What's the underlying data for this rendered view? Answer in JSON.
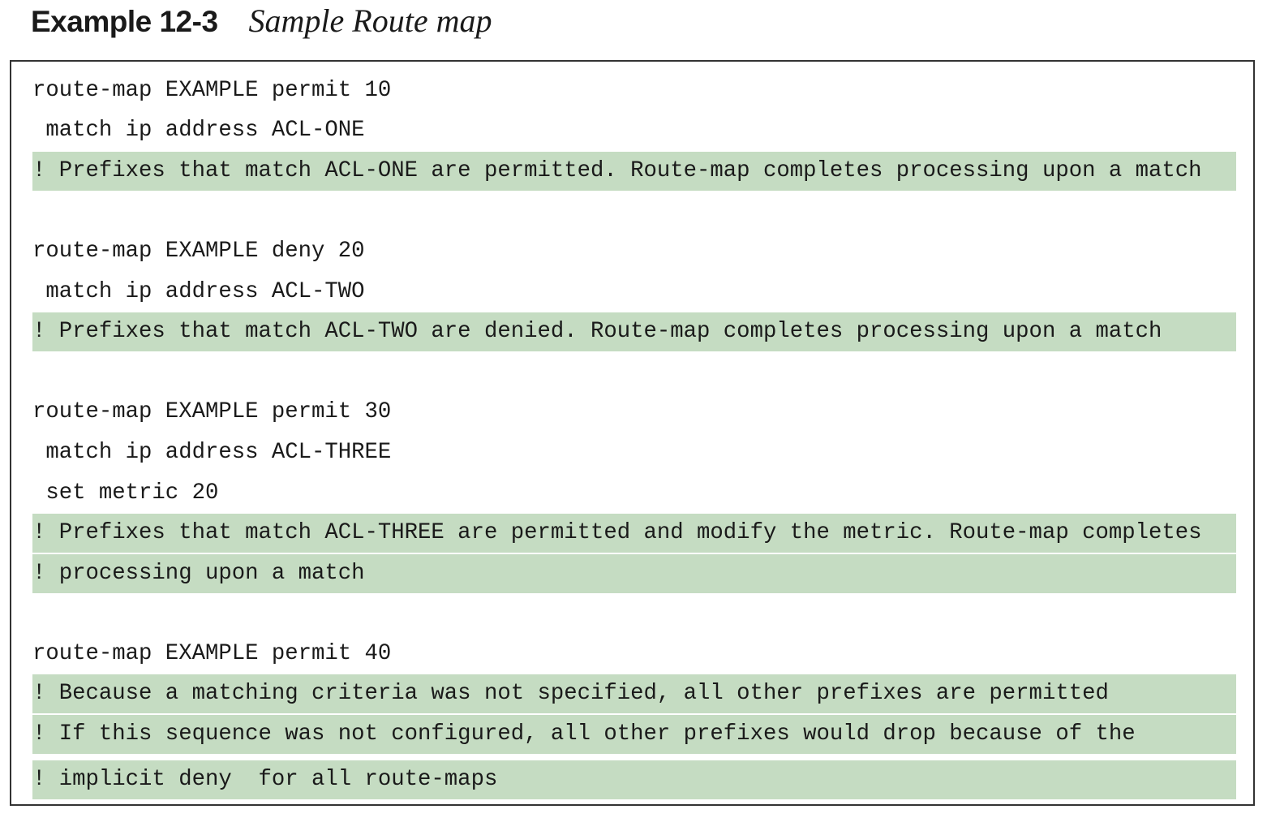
{
  "caption": {
    "label": "Example 12-3",
    "title": "Sample Route map"
  },
  "code_lines": [
    {
      "text": "route-map EXAMPLE permit 10",
      "comment": false
    },
    {
      "text": " match ip address ACL-ONE",
      "comment": false
    },
    {
      "text": "! Prefixes that match ACL-ONE are permitted. Route-map completes processing upon a match",
      "comment": true
    },
    {
      "text": "route-map EXAMPLE deny 20",
      "comment": false
    },
    {
      "text": " match ip address ACL-TWO",
      "comment": false
    },
    {
      "text": "! Prefixes that match ACL-TWO are denied. Route-map completes processing upon a match",
      "comment": true
    },
    {
      "text": "route-map EXAMPLE permit 30",
      "comment": false
    },
    {
      "text": " match ip address ACL-THREE",
      "comment": false
    },
    {
      "text": " set metric 20",
      "comment": false
    },
    {
      "text": "! Prefixes that match ACL-THREE are permitted and modify the metric. Route-map completes",
      "comment": true
    },
    {
      "text": "! processing upon a match",
      "comment": true
    },
    {
      "text": "route-map EXAMPLE permit 40",
      "comment": false
    },
    {
      "text": "! Because a matching criteria was not specified, all other prefixes are permitted",
      "comment": true
    },
    {
      "text": "! If this sequence was not configured, all other prefixes would drop because of the",
      "comment": true
    },
    {
      "text": "! implicit deny  for all route-maps",
      "comment": true
    }
  ]
}
